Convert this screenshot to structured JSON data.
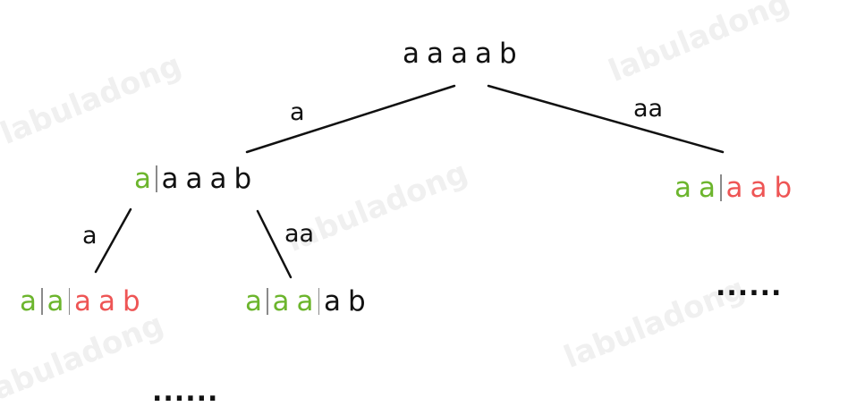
{
  "watermark": "labuladong",
  "colors": {
    "chosen": "#6cb52d",
    "remaining": "#ee5555",
    "default": "#111111",
    "separator": "#8a8a8a"
  },
  "tree": {
    "root": {
      "segments": [
        [
          {
            "t": "a",
            "c": "black"
          },
          {
            "t": "a",
            "c": "black"
          },
          {
            "t": "a",
            "c": "black"
          },
          {
            "t": "a",
            "c": "black"
          },
          {
            "t": "b",
            "c": "black"
          }
        ]
      ]
    },
    "left": {
      "segments": [
        [
          {
            "t": "a",
            "c": "green"
          }
        ],
        [
          {
            "t": "a",
            "c": "black"
          },
          {
            "t": "a",
            "c": "black"
          },
          {
            "t": "a",
            "c": "black"
          },
          {
            "t": "b",
            "c": "black"
          }
        ]
      ]
    },
    "right": {
      "segments": [
        [
          {
            "t": "a",
            "c": "green"
          },
          {
            "t": "a",
            "c": "green"
          }
        ],
        [
          {
            "t": "a",
            "c": "red"
          },
          {
            "t": "a",
            "c": "red"
          },
          {
            "t": "b",
            "c": "red"
          }
        ]
      ]
    },
    "left_left": {
      "segments": [
        [
          {
            "t": "a",
            "c": "green"
          }
        ],
        [
          {
            "t": "a",
            "c": "green"
          }
        ],
        [
          {
            "t": "a",
            "c": "red"
          },
          {
            "t": "a",
            "c": "red"
          },
          {
            "t": "b",
            "c": "red"
          }
        ]
      ]
    },
    "left_right": {
      "segments": [
        [
          {
            "t": "a",
            "c": "green"
          }
        ],
        [
          {
            "t": "a",
            "c": "green"
          },
          {
            "t": "a",
            "c": "green"
          }
        ],
        [
          {
            "t": "a",
            "c": "black"
          },
          {
            "t": "b",
            "c": "black"
          }
        ]
      ]
    }
  },
  "edges": {
    "root_left": "a",
    "root_right": "aa",
    "left_left": "a",
    "left_right": "aa"
  },
  "ellipsis": {
    "right": "......",
    "bottom": "......"
  }
}
